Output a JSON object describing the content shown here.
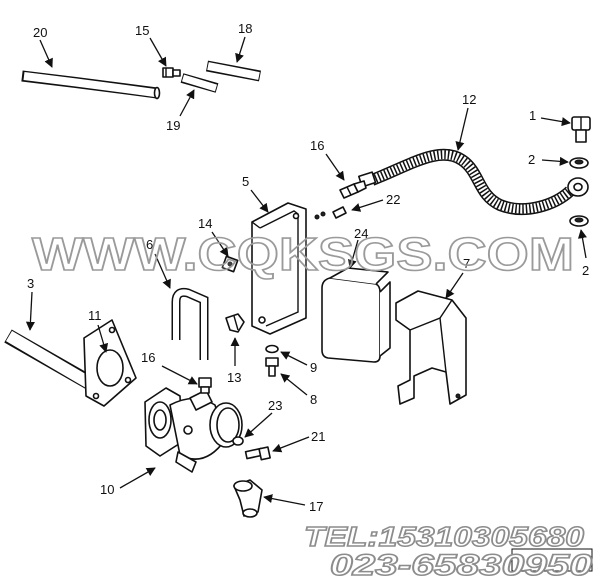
{
  "callouts": [
    "20",
    "15",
    "18",
    "19",
    "12",
    "1",
    "2",
    "16",
    "22",
    "5",
    "14",
    "24",
    "6",
    "7",
    "2",
    "3",
    "11",
    "13",
    "9",
    "8",
    "16",
    "23",
    "21",
    "10",
    "17"
  ],
  "watermark": "WWW.CQKSGS.COM",
  "contact": {
    "tel": "TEL:15310305680",
    "phone": "023-65830950"
  },
  "colors": {
    "line": "#111111",
    "watermark": "#9a9a9a"
  }
}
